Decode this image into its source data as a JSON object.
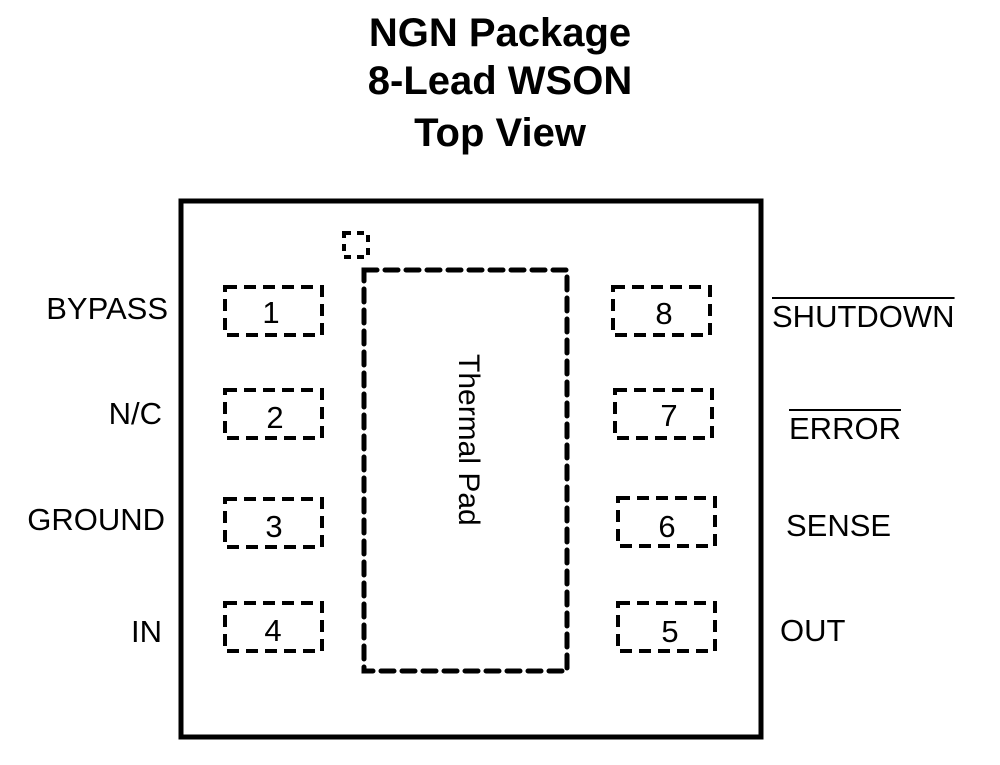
{
  "title": {
    "line1": "NGN Package",
    "line2": "8-Lead WSON",
    "line3": "Top View"
  },
  "package": {
    "thermal_pad_label": "Thermal Pad",
    "outline_color": "#000000"
  },
  "pins": [
    {
      "number": "1",
      "name": "BYPASS",
      "side": "left",
      "active_low": false
    },
    {
      "number": "2",
      "name": "N/C",
      "side": "left",
      "active_low": false
    },
    {
      "number": "3",
      "name": "GROUND",
      "side": "left",
      "active_low": false
    },
    {
      "number": "4",
      "name": "IN",
      "side": "left",
      "active_low": false
    },
    {
      "number": "5",
      "name": "OUT",
      "side": "right",
      "active_low": false
    },
    {
      "number": "6",
      "name": "SENSE",
      "side": "right",
      "active_low": false
    },
    {
      "number": "7",
      "name": "ERROR",
      "side": "right",
      "active_low": true
    },
    {
      "number": "8",
      "name": "SHUTDOWN",
      "side": "right",
      "active_low": true
    }
  ]
}
